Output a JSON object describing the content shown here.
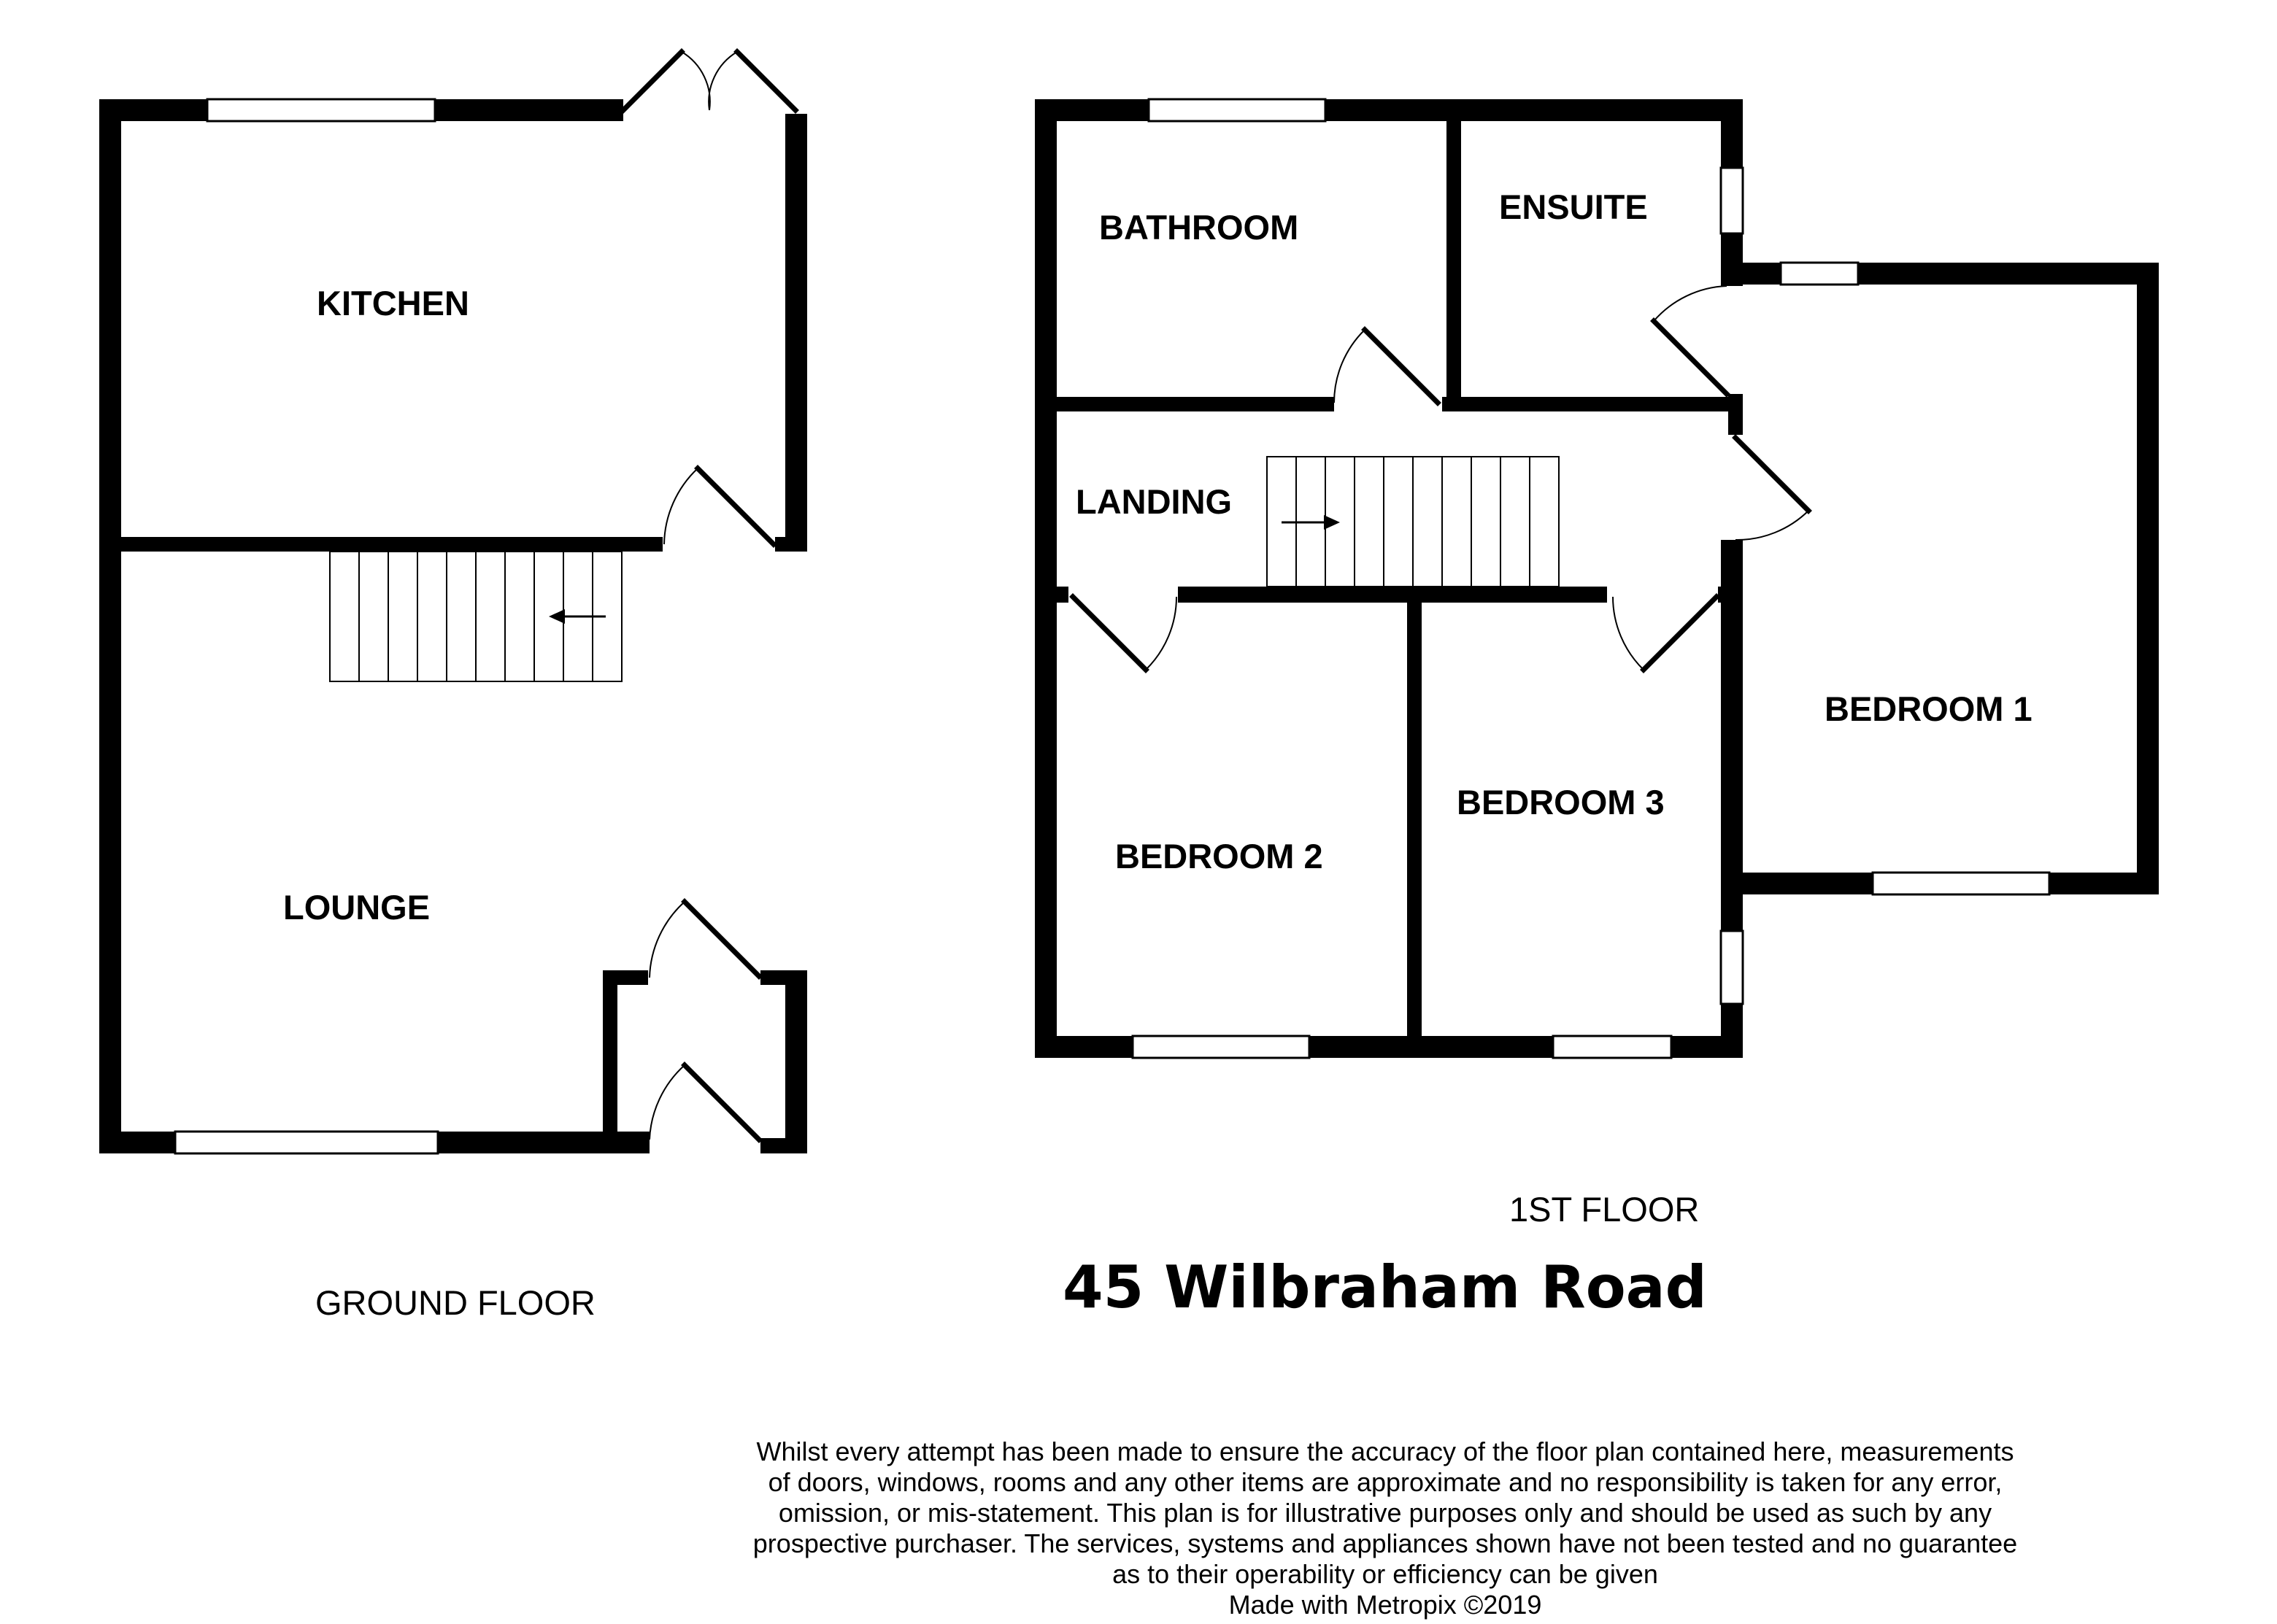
{
  "title": "45 Wilbraham Road",
  "ground_floor": {
    "label": "GROUND FLOOR",
    "rooms": {
      "kitchen": "KITCHEN",
      "lounge": "LOUNGE"
    }
  },
  "first_floor": {
    "label": "1ST FLOOR",
    "rooms": {
      "bathroom": "BATHROOM",
      "ensuite": "ENSUITE",
      "landing": "LANDING",
      "bedroom1": "BEDROOM 1",
      "bedroom2": "BEDROOM 2",
      "bedroom3": "BEDROOM 3"
    }
  },
  "disclaimer": {
    "lines": [
      "Whilst every attempt has been made to ensure the accuracy of the floor plan contained here, measurements",
      "of doors, windows, rooms and any other items are approximate and no responsibility is taken for any error,",
      "omission, or mis-statement. This plan is for illustrative purposes only and should be used as such by any",
      "prospective purchaser. The services, systems and appliances shown have not been tested and no guarantee",
      "as to their operability or efficiency can be given"
    ],
    "credit": "Made with Metropix ©2019"
  }
}
